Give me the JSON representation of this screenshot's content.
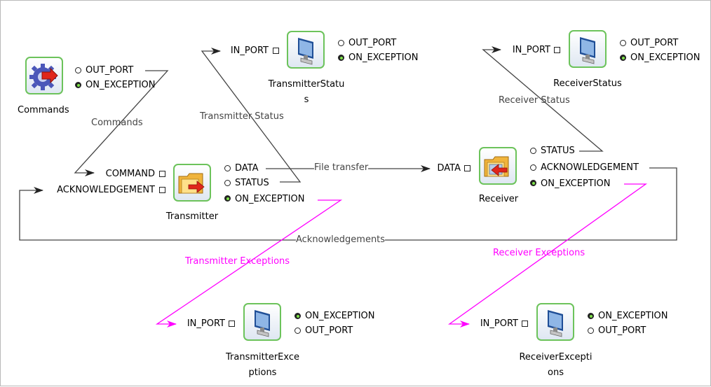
{
  "components": {
    "commands": {
      "name": "Commands",
      "icon": "gear-icon",
      "out_ports": [
        "OUT_PORT",
        "ON_EXCEPTION"
      ]
    },
    "transmitter_status": {
      "name_line1": "TransmitterStatu",
      "name_line2": "s",
      "icon": "monitor-icon",
      "in_ports": [
        "IN_PORT"
      ],
      "out_ports": [
        "OUT_PORT",
        "ON_EXCEPTION"
      ]
    },
    "receiver_status": {
      "name": "ReceiverStatus",
      "icon": "monitor-icon",
      "in_ports": [
        "IN_PORT"
      ],
      "out_ports": [
        "OUT_PORT",
        "ON_EXCEPTION"
      ]
    },
    "transmitter": {
      "name": "Transmitter",
      "icon": "folder-send-icon",
      "in_ports": [
        "COMMAND",
        "ACKNOWLEDGEMENT"
      ],
      "out_ports": [
        "DATA",
        "STATUS",
        "ON_EXCEPTION"
      ]
    },
    "receiver": {
      "name": "Receiver",
      "icon": "folder-receive-icon",
      "in_ports": [
        "DATA"
      ],
      "out_ports": [
        "STATUS",
        "ACKNOWLEDGEMENT",
        "ON_EXCEPTION"
      ]
    },
    "transmitter_exceptions": {
      "name_line1": "TransmitterExce",
      "name_line2": "ptions",
      "icon": "monitor-icon",
      "in_ports": [
        "IN_PORT"
      ],
      "out_ports": [
        "ON_EXCEPTION",
        "OUT_PORT"
      ]
    },
    "receiver_exceptions": {
      "name_line1": "ReceiverExcepti",
      "name_line2": "ons",
      "icon": "monitor-icon",
      "in_ports": [
        "IN_PORT"
      ],
      "out_ports": [
        "ON_EXCEPTION",
        "OUT_PORT"
      ]
    }
  },
  "connections": {
    "commands": "Commands",
    "transmitter_status": "Transmitter Status",
    "receiver_status": "Receiver Status",
    "file_transfer": "File transfer",
    "acknowledgements": "Acknowledgements",
    "transmitter_exceptions": "Transmitter Exceptions",
    "receiver_exceptions": "Receiver Exceptions"
  },
  "colors": {
    "wire": "#444444",
    "exception_wire": "#ff00ff",
    "node_border": "#6cc35b",
    "exception_dot": "#7fe34a"
  }
}
